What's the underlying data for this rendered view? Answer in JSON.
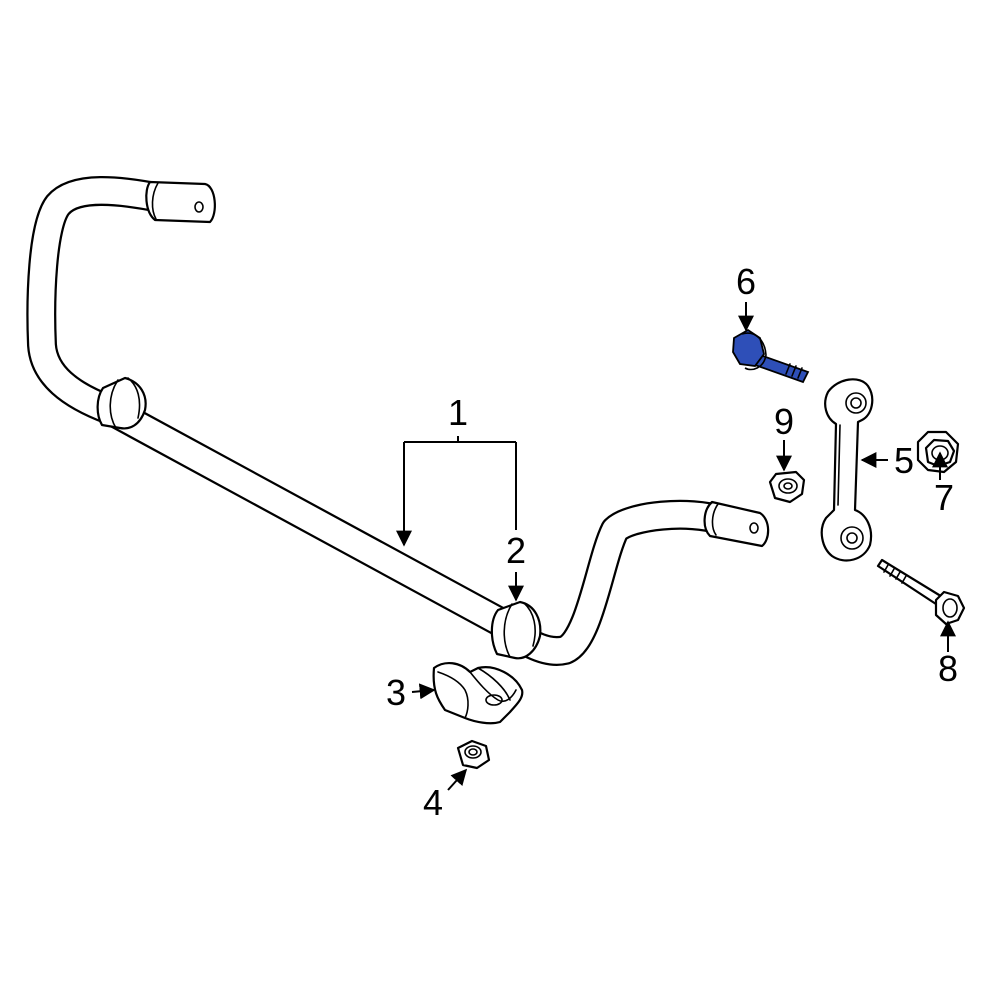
{
  "diagram": {
    "callouts": [
      {
        "number": "1",
        "part": "stabilizer-bar"
      },
      {
        "number": "2",
        "part": "bushing"
      },
      {
        "number": "3",
        "part": "bracket"
      },
      {
        "number": "4",
        "part": "nut"
      },
      {
        "number": "5",
        "part": "stabilizer-link"
      },
      {
        "number": "6",
        "part": "upper-bolt"
      },
      {
        "number": "7",
        "part": "flange-nut"
      },
      {
        "number": "8",
        "part": "lower-bolt"
      },
      {
        "number": "9",
        "part": "link-nut"
      }
    ],
    "colors": {
      "highlight": "#2e4fb8",
      "line": "#000000",
      "background": "#ffffff"
    }
  }
}
